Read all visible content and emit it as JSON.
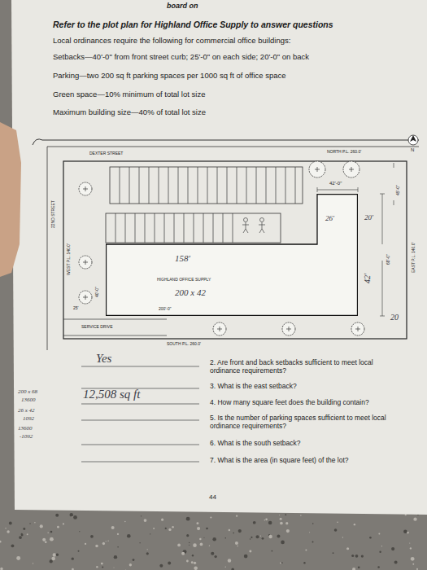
{
  "diagram": {
    "title": "Refer to the plot plan for Highland Office Supply to answer questions",
    "nodes": [
      {
        "text": [
          "HIGHLAND OFFICE SUPPLY"
        ]
      }
    ],
    "labels": [
      "board on",
      "Local ordinances require the following for commercial office buildings:",
      "Setbacks—40'-0\" from front street curb; 25'-0\" on each side; 20'-0\" on back",
      "Parking—two 200 sq ft parking spaces per 1000 sq ft of office space",
      "Green space—10% minimum of total lot size",
      "Maximum building size—40% of total lot size",
      "DEXTER STREET",
      "NORTH P.L. 260.0'",
      "N",
      "42'-0\"",
      "45'-0\"",
      "26'",
      "20'",
      "158'",
      "200 x 42",
      "200'-0\"",
      "42'",
      "68'-0\"",
      "20",
      "EAST P.L. 140.0'",
      "22ND STREET",
      "WEST P.L. 140.0'",
      "40'-0\"",
      "25'",
      "SERVICE DRIVE",
      "SOUTH P.L. 260.0'",
      "Yes",
      "2. Are front and back setbacks sufficient to meet local ordinance requirements?",
      "3. What is the east setback?",
      "12,508 sq ft",
      "4. How many square feet does the building contain?",
      "5. Is the number of parking spaces sufficient to meet local ordinance requirements?",
      "6. What is the south setback?",
      "7. What is the area (in square feet) of the lot?",
      "200 x 68",
      "13600",
      "26 x 42",
      "1092",
      "13600",
      "-1092",
      "44"
    ]
  }
}
